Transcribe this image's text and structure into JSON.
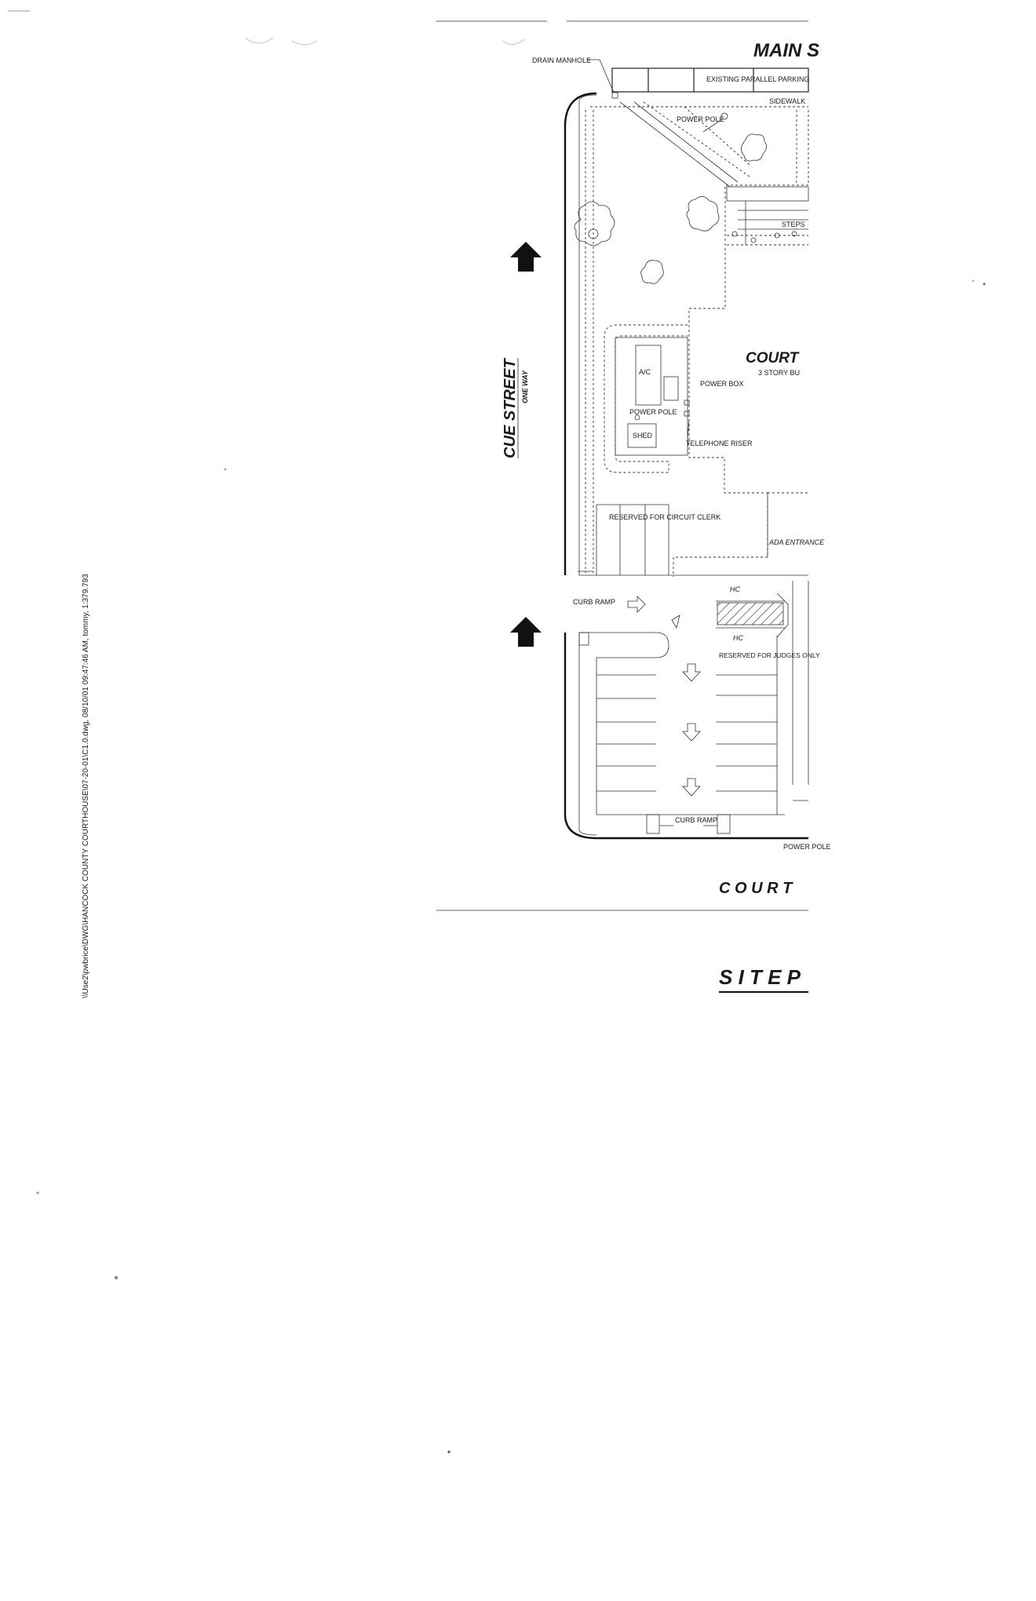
{
  "streets": {
    "main": "MAIN S",
    "cue": "CUE STREET",
    "cue_dir": "ONE WAY",
    "court": "C O U R T"
  },
  "labels": {
    "drain_manhole": "DRAIN MANHOLE",
    "existing_parking": "EXISTING PARALLEL PARKING",
    "sidewalk": "SIDEWALK",
    "power_pole": "POWER POLE",
    "steps": "STEPS",
    "courthouse": "COURT",
    "stories": "3 STORY BU",
    "ac": "A/C",
    "power_box": "POWER BOX",
    "shed": "SHED",
    "telephone_riser": "TELEPHONE RISER",
    "reserved_clerk": "RESERVED FOR CIRCUIT CLERK",
    "ada_entrance": "ADA ENTRANCE",
    "curb_ramp": "CURB RAMP",
    "hc": "HC",
    "reserved_judges": "RESERVED FOR JUDGES ONLY"
  },
  "title": "S I T E  P",
  "file_path": "\\\\Use2\\pwbrice\\DWG\\HANCOCK COUNTY COURTHOUSE\\07-20-01\\C1.0.dwg, 08/10/01 09:47:46 AM, tommy, 1:379.793"
}
